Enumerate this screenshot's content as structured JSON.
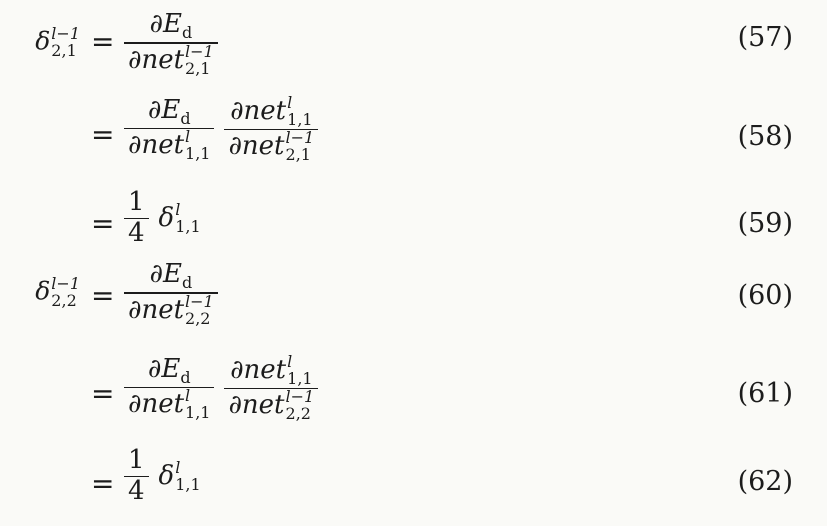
{
  "equations": [
    {
      "lhs": {
        "base": "δ",
        "sup": "l−1",
        "sub": "2,1"
      },
      "equals": "=",
      "number": "(57)",
      "frac1": {
        "num_base": "∂E",
        "num_sub": "d",
        "den_base": "∂net",
        "den_sup": "l−1",
        "den_sub": "2,1"
      }
    },
    {
      "equals": "=",
      "number": "(58)",
      "frac1": {
        "num_base": "∂E",
        "num_sub": "d",
        "den_base": "∂net",
        "den_sup": "l",
        "den_sub": "1,1"
      },
      "frac2": {
        "num_base": "∂net",
        "num_sup": "l",
        "num_sub": "1,1",
        "den_base": "∂net",
        "den_sup": "l−1",
        "den_sub": "2,1"
      }
    },
    {
      "equals": "=",
      "number": "(59)",
      "frac": {
        "num": "1",
        "den": "4"
      },
      "term": {
        "base": "δ",
        "sup": "l",
        "sub": "1,1"
      }
    },
    {
      "lhs": {
        "base": "δ",
        "sup": "l−1",
        "sub": "2,2"
      },
      "equals": "=",
      "number": "(60)",
      "frac1": {
        "num_base": "∂E",
        "num_sub": "d",
        "den_base": "∂net",
        "den_sup": "l−1",
        "den_sub": "2,2"
      }
    },
    {
      "equals": "=",
      "number": "(61)",
      "frac1": {
        "num_base": "∂E",
        "num_sub": "d",
        "den_base": "∂net",
        "den_sup": "l",
        "den_sub": "1,1"
      },
      "frac2": {
        "num_base": "∂net",
        "num_sup": "l",
        "num_sub": "1,1",
        "den_base": "∂net",
        "den_sup": "l−1",
        "den_sub": "2,2"
      }
    },
    {
      "equals": "=",
      "number": "(62)",
      "frac": {
        "num": "1",
        "den": "4"
      },
      "term": {
        "base": "δ",
        "sup": "l",
        "sub": "1,1"
      }
    }
  ]
}
